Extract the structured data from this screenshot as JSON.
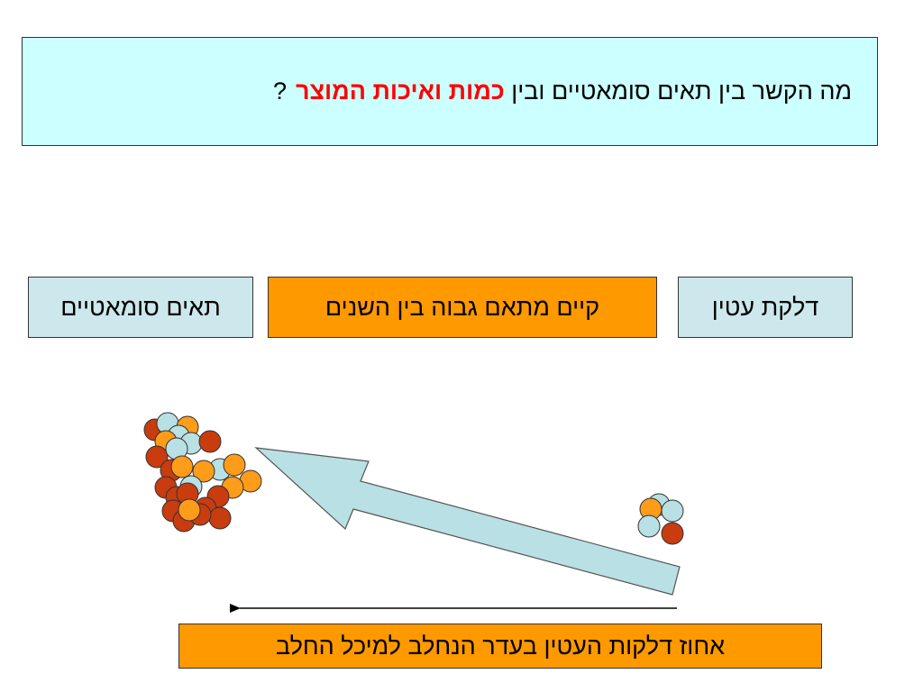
{
  "title": {
    "text_plain": "מה הקשר בין תאים סומאטיים ובין",
    "text_highlight": "כמות ואיכות המוצר",
    "question_mark": "?"
  },
  "boxes": {
    "inflammation": "דלקת  עטין",
    "correlation": "קיים מתאם גבוה בין השנים",
    "somatic_cells": "תאים סומאטיים",
    "footer": "אחוז דלקות העטין בעדר הנחלב למיכל החלב"
  },
  "colors": {
    "title_background": "#ccffff",
    "highlight_text": "#ff0000",
    "orange_box": "#ff9900",
    "blue_box": "#cce8ec",
    "arrow_fill": "#b9e0e4",
    "cell_orange": "#ff9c1a",
    "cell_red": "#c83c10",
    "cell_blue": "#b9e0e4"
  }
}
